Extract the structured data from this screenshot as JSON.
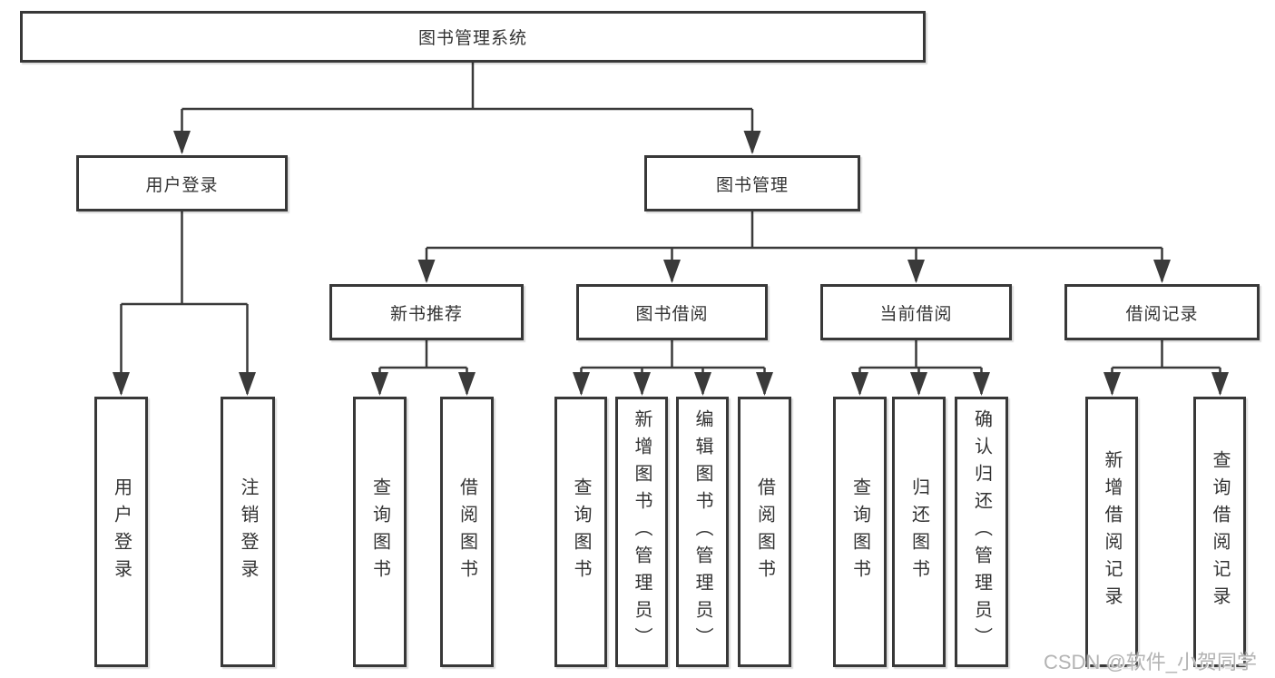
{
  "watermark": "CSDN @软件_小贺同学",
  "colors": {
    "line": "#3a3a3a",
    "box_border": "#383838",
    "box_fill": "#ffffff",
    "text": "#333333",
    "background": "#ffffff",
    "watermark": "#b3b3b3"
  },
  "tree": {
    "label": "图书管理系统",
    "children": [
      {
        "label": "用户登录",
        "children": [
          {
            "label": "用户登录"
          },
          {
            "label": "注销登录"
          }
        ]
      },
      {
        "label": "图书管理",
        "children": [
          {
            "label": "新书推荐",
            "children": [
              {
                "label": "查询图书"
              },
              {
                "label": "借阅图书"
              }
            ]
          },
          {
            "label": "图书借阅",
            "children": [
              {
                "label": "查询图书"
              },
              {
                "label": "新增图书（管理员）"
              },
              {
                "label": "编辑图书（管理员）"
              },
              {
                "label": "借阅图书"
              }
            ]
          },
          {
            "label": "当前借阅",
            "children": [
              {
                "label": "查询图书"
              },
              {
                "label": "归还图书"
              },
              {
                "label": "确认归还（管理员）"
              }
            ]
          },
          {
            "label": "借阅记录",
            "children": [
              {
                "label": "新增借阅记录"
              },
              {
                "label": "查询借阅记录"
              }
            ]
          }
        ]
      }
    ]
  }
}
